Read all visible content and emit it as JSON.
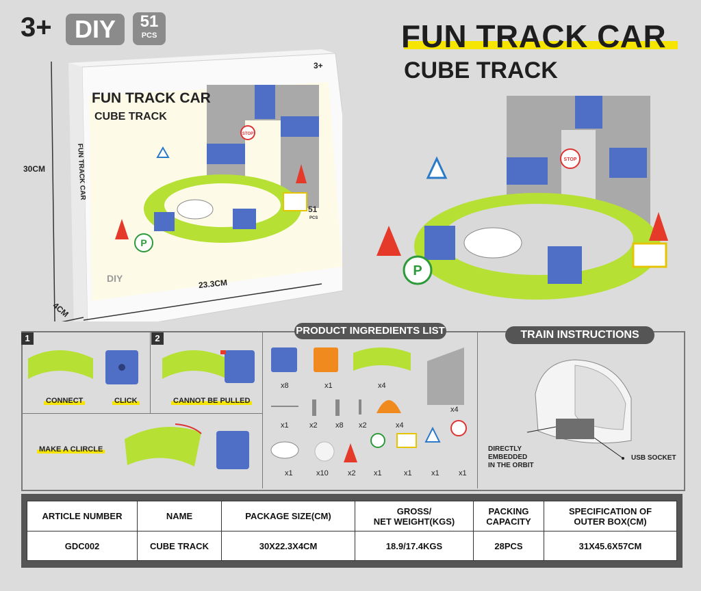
{
  "badges": {
    "age": "3+",
    "diy": "DIY",
    "pcs_count": "51",
    "pcs_unit": "PCS"
  },
  "heading": {
    "title": "FUN TRACK CAR",
    "subtitle": "CUBE TRACK"
  },
  "box_art": {
    "title": "FUN TRACK CAR",
    "subtitle": "CUBE TRACK",
    "spine": "FUN TRACK CAR",
    "age": "3+",
    "diy": "DIY",
    "pcs_count": "51",
    "pcs_unit": "PCS",
    "stop": "STOP",
    "parking": "P"
  },
  "dimensions": {
    "height": "30CM",
    "width": "23.3CM",
    "depth": "4CM"
  },
  "steps": {
    "step1": {
      "num": "1",
      "connect": "CONNECT",
      "click": "CLICK"
    },
    "step2": {
      "num": "2",
      "cannot_pull": "CANNOT BE PULLED"
    },
    "circle": "MAKE A CLIRCLE"
  },
  "ingredients": {
    "title": "PRODUCT INGREDIENTS LIST",
    "counts": [
      "x8",
      "x1",
      "x4",
      "x4",
      "x1",
      "x2",
      "x8",
      "x2",
      "x4",
      "x1",
      "x10",
      "x2",
      "x1",
      "x1",
      "x1",
      "x1"
    ]
  },
  "train": {
    "title": "TRAIN INSTRUCTIONS",
    "embedded": [
      "DIRECTLY",
      "EMBEDDED",
      "IN THE ORBIT"
    ],
    "usb": "USB SOCKET"
  },
  "spec_table": {
    "headers": [
      [
        "ARTICLE NUMBER"
      ],
      [
        "NAME"
      ],
      [
        "PACKAGE SIZE(CM)"
      ],
      [
        "GROSS/",
        "NET WEIGHT(KGS)"
      ],
      [
        "PACKING",
        "CAPACITY"
      ],
      [
        "SPECIFICATION OF",
        "OUTER BOX(CM)"
      ]
    ],
    "values": [
      "GDC002",
      "CUBE TRACK",
      "30X22.3X4CM",
      "18.9/17.4KGS",
      "28PCS",
      "31X45.6X57CM"
    ]
  },
  "colors": {
    "green": "#b6e034",
    "blue": "#4f6fc6",
    "orange": "#f08a1e",
    "grey": "#a9a9a9",
    "yellow": "#f6e500",
    "panel": "#555555"
  }
}
